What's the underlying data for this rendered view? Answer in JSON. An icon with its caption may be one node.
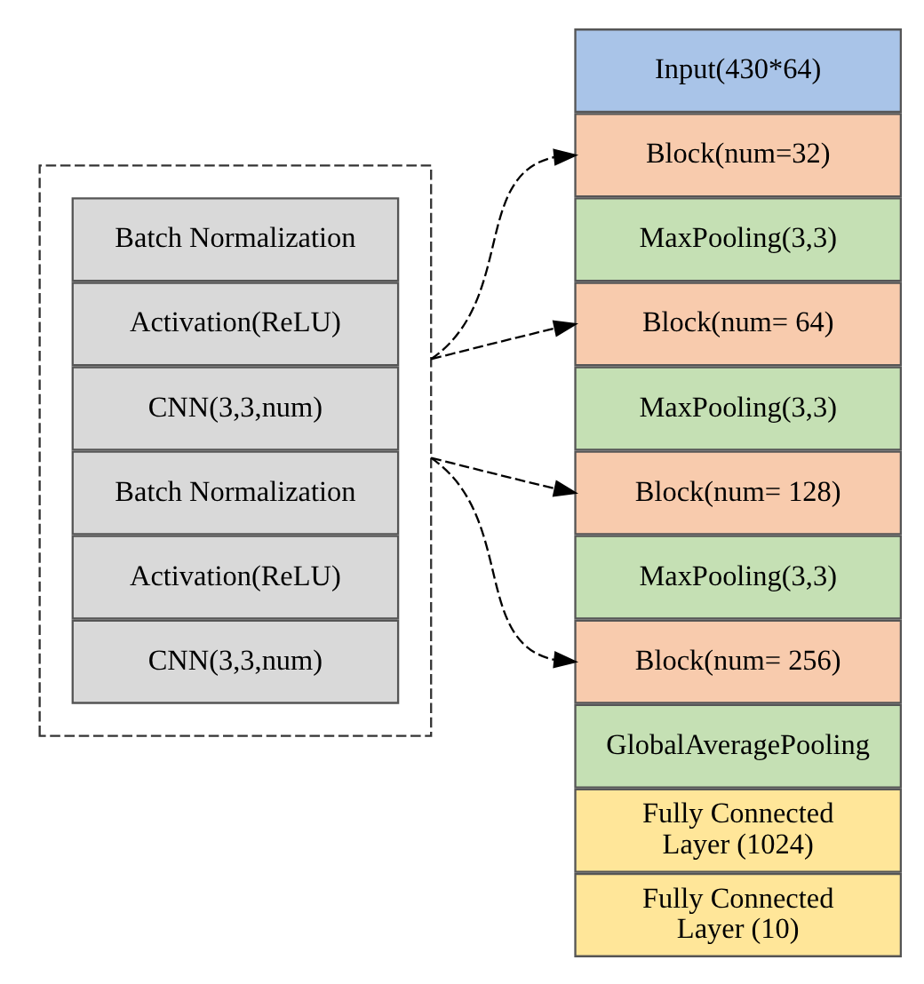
{
  "diagram": {
    "nodes": [
      {
        "text": [],
        "shape": "box"
      },
      {
        "text": [
          "Batch Normalization"
        ],
        "in": 0
      },
      {
        "text": [
          "Activation(ReLU)"
        ],
        "in": 0
      },
      {
        "text": [
          "CNN(3,3,num)"
        ],
        "in": 0
      },
      {
        "text": [
          "Batch Normalization"
        ],
        "in": 0
      },
      {
        "text": [
          "Activation(ReLU)"
        ],
        "in": 0
      },
      {
        "text": [
          "CNN(3,3,num)"
        ],
        "in": 0
      },
      {
        "text": [
          "Input(430*64)"
        ]
      },
      {
        "text": [
          "Block(num=32)"
        ]
      },
      {
        "text": [
          "MaxPooling(3,3)"
        ]
      },
      {
        "text": [
          "Block(num= 64)"
        ]
      },
      {
        "text": [
          "MaxPooling(3,3)"
        ]
      },
      {
        "text": [
          "Block(num= 128)"
        ]
      },
      {
        "text": [
          "MaxPooling(3,3)"
        ]
      },
      {
        "text": [
          "Block(num= 256)"
        ]
      },
      {
        "text": [
          "GlobalAveragePooling"
        ]
      },
      {
        "text": [
          "Fully Connected Layer (1024)"
        ]
      },
      {
        "text": [
          "Fully Connected Layer (10)"
        ]
      }
    ],
    "edges": [
      {
        "from": 0,
        "to": 8,
        "arrow": "to",
        "style": "dashed"
      },
      {
        "from": 0,
        "to": 10,
        "arrow": "to",
        "style": "dashed"
      },
      {
        "from": 0,
        "to": 12,
        "arrow": "to",
        "style": "dashed"
      },
      {
        "from": 0,
        "to": 14,
        "arrow": "to",
        "style": "dashed"
      }
    ]
  }
}
